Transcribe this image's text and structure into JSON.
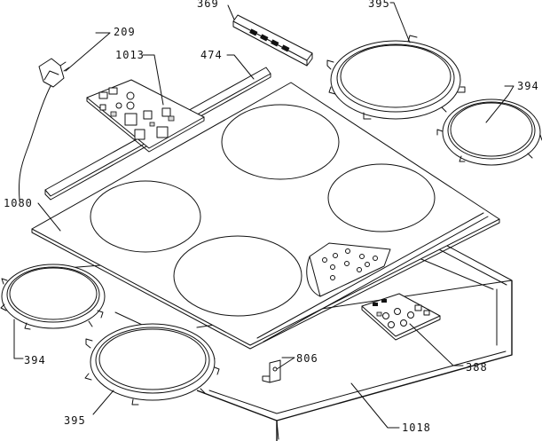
{
  "diagram": {
    "colors": {
      "line": "#111111",
      "background": "#ffffff"
    },
    "parts": [
      {
        "id": "p369",
        "number": "369",
        "description": ""
      },
      {
        "id": "p395a",
        "number": "395",
        "description": ""
      },
      {
        "id": "p209",
        "number": "209",
        "description": ""
      },
      {
        "id": "p1013",
        "number": "1013",
        "description": ""
      },
      {
        "id": "p474",
        "number": "474",
        "description": ""
      },
      {
        "id": "p394a",
        "number": "394",
        "description": ""
      },
      {
        "id": "p1080",
        "number": "1080",
        "description": ""
      },
      {
        "id": "p394b",
        "number": "394",
        "description": ""
      },
      {
        "id": "p806",
        "number": "806",
        "description": ""
      },
      {
        "id": "p388",
        "number": "388",
        "description": ""
      },
      {
        "id": "p395b",
        "number": "395",
        "description": ""
      },
      {
        "id": "p1018",
        "number": "1018",
        "description": ""
      }
    ]
  }
}
